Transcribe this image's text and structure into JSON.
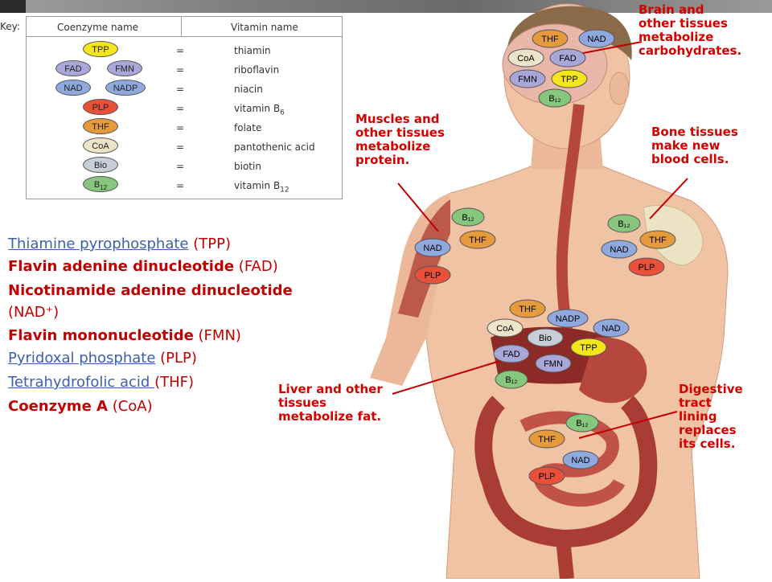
{
  "key": {
    "label": "Key:",
    "col_coenzyme": "Coenzyme name",
    "col_vitamin": "Vitamin name",
    "rows": [
      {
        "coenzymes": [
          "TPP"
        ],
        "eq": "=",
        "vitamin": "thiamin"
      },
      {
        "coenzymes": [
          "FAD",
          "FMN"
        ],
        "eq": "=",
        "vitamin": "riboflavin"
      },
      {
        "coenzymes": [
          "NAD",
          "NADP"
        ],
        "eq": "=",
        "vitamin": "niacin"
      },
      {
        "coenzymes": [
          "PLP"
        ],
        "eq": "=",
        "vitamin": "vitamin B6"
      },
      {
        "coenzymes": [
          "THF"
        ],
        "eq": "=",
        "vitamin": "folate"
      },
      {
        "coenzymes": [
          "CoA"
        ],
        "eq": "=",
        "vitamin": "pantothenic acid"
      },
      {
        "coenzymes": [
          "Bio"
        ],
        "eq": "=",
        "vitamin": "biotin"
      },
      {
        "coenzymes": [
          "B12"
        ],
        "eq": "=",
        "vitamin": "vitamin B12"
      }
    ]
  },
  "names": {
    "tpp_link": "Thiamine pyrophosphate",
    "tpp_abbr": " (TPP)",
    "fad_name": " Flavin adenine dinucleotide",
    "fad_abbr": " (FAD)",
    "nad_name": "Nicotinamide adenine dinucleotide",
    "nad_abbr": "(NAD⁺)",
    "fmn_name": "Flavin mononucleotide",
    "fmn_abbr": " (FMN)",
    "plp_link": "Pyridoxal phosphate",
    "plp_abbr": " (PLP)",
    "thf_link": "Tetrahydrofolic acid ",
    "thf_abbr": " (THF)",
    "coa_name": "Coenzyme A",
    "coa_abbr": " (CoA)"
  },
  "captions": {
    "brain": "Brain and\nother tissues\nmetabolize\ncarbohydrates.",
    "muscles": "Muscles and\nother tissues\nmetabolize\nprotein.",
    "bone": "Bone tissues\nmake new\nblood cells.",
    "liver": "Liver and other\ntissues\nmetabolize fat.",
    "digestive": "Digestive\ntract\nlining\nreplaces\nits cells."
  },
  "colors": {
    "TPP": "#f4e51c",
    "FAD": "#a9a6d8",
    "FMN": "#a9a6d8",
    "NAD": "#8fa9de",
    "NADP": "#8fa9de",
    "PLP": "#e8503a",
    "THF": "#e59a3c",
    "CoA": "#ece3c8",
    "Bio": "#c8ced6",
    "B12": "#86c77d",
    "caption": "#d40000",
    "link": "#3b5fb0"
  }
}
